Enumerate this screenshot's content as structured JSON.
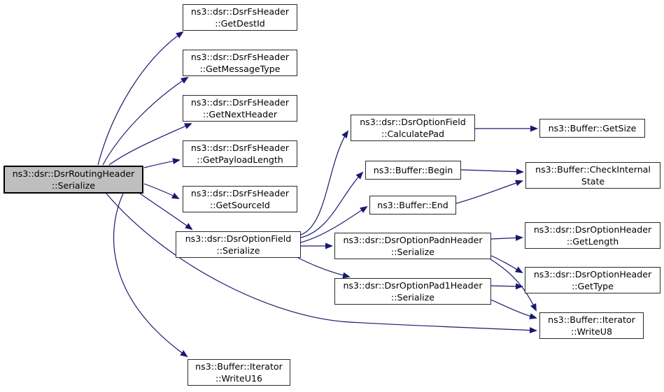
{
  "diagram": {
    "type": "call-graph",
    "background_color": "#ffffff",
    "edge_color": "#191970",
    "node_fill": "#ffffff",
    "node_border_color": "#2a2a2a",
    "root_node_fill": "#bfbfbf",
    "nodes": {
      "root": {
        "label": "ns3::dsr::DsrRoutingHeader\n::Serialize"
      },
      "get_dest_id": {
        "label": "ns3::dsr::DsrFsHeader\n::GetDestId"
      },
      "get_message_type": {
        "label": "ns3::dsr::DsrFsHeader\n::GetMessageType"
      },
      "get_next_header": {
        "label": "ns3::dsr::DsrFsHeader\n::GetNextHeader"
      },
      "get_payload_length": {
        "label": "ns3::dsr::DsrFsHeader\n::GetPayloadLength"
      },
      "get_source_id": {
        "label": "ns3::dsr::DsrFsHeader\n::GetSourceId"
      },
      "option_field_serialize": {
        "label": "ns3::dsr::DsrOptionField\n::Serialize"
      },
      "write_u16": {
        "label": "ns3::Buffer::Iterator\n::WriteU16"
      },
      "calculate_pad": {
        "label": "ns3::dsr::DsrOptionField\n::CalculatePad"
      },
      "buffer_begin": {
        "label": "ns3::Buffer::Begin"
      },
      "buffer_end": {
        "label": "ns3::Buffer::End"
      },
      "padn_serialize": {
        "label": "ns3::dsr::DsrOptionPadnHeader\n::Serialize"
      },
      "pad1_serialize": {
        "label": "ns3::dsr::DsrOptionPad1Header\n::Serialize"
      },
      "get_size": {
        "label": "ns3::Buffer::GetSize"
      },
      "check_internal_state": {
        "label": "ns3::Buffer::CheckInternal\nState"
      },
      "get_length": {
        "label": "ns3::dsr::DsrOptionHeader\n::GetLength"
      },
      "get_type": {
        "label": "ns3::dsr::DsrOptionHeader\n::GetType"
      },
      "write_u8": {
        "label": "ns3::Buffer::Iterator\n::WriteU8"
      }
    },
    "edges": [
      {
        "from": "root",
        "to": "get_dest_id"
      },
      {
        "from": "root",
        "to": "get_message_type"
      },
      {
        "from": "root",
        "to": "get_next_header"
      },
      {
        "from": "root",
        "to": "get_payload_length"
      },
      {
        "from": "root",
        "to": "get_source_id"
      },
      {
        "from": "root",
        "to": "option_field_serialize"
      },
      {
        "from": "root",
        "to": "write_u16"
      },
      {
        "from": "root",
        "to": "write_u8"
      },
      {
        "from": "option_field_serialize",
        "to": "calculate_pad"
      },
      {
        "from": "option_field_serialize",
        "to": "buffer_begin"
      },
      {
        "from": "option_field_serialize",
        "to": "buffer_end"
      },
      {
        "from": "option_field_serialize",
        "to": "padn_serialize"
      },
      {
        "from": "option_field_serialize",
        "to": "pad1_serialize"
      },
      {
        "from": "calculate_pad",
        "to": "get_size"
      },
      {
        "from": "buffer_begin",
        "to": "check_internal_state"
      },
      {
        "from": "buffer_end",
        "to": "check_internal_state"
      },
      {
        "from": "padn_serialize",
        "to": "get_length"
      },
      {
        "from": "padn_serialize",
        "to": "get_type"
      },
      {
        "from": "padn_serialize",
        "to": "write_u8"
      },
      {
        "from": "pad1_serialize",
        "to": "get_type"
      },
      {
        "from": "pad1_serialize",
        "to": "write_u8"
      }
    ]
  }
}
